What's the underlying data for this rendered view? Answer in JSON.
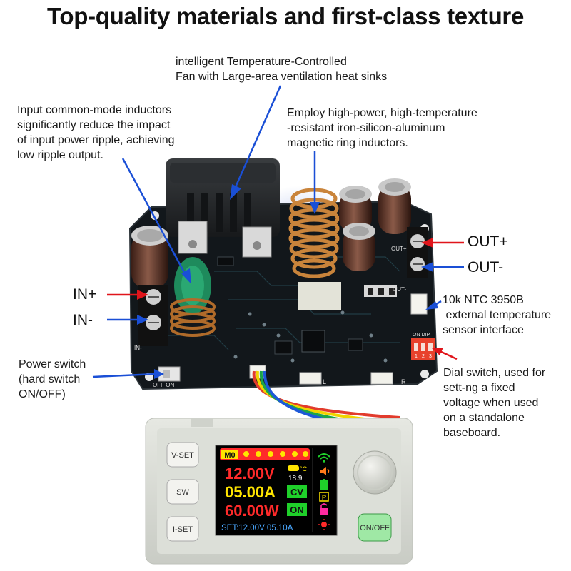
{
  "headline": "Top-quality materials and first-class texture",
  "annotations": {
    "fan": "intelligent Temperature-Controlled\nFan with Large-area ventilation heat sinks",
    "input_inductor": "Input common-mode inductors\nsignificantly reduce the impact\nof input power ripple, achieving\nlow ripple output.",
    "magnetic_ring": "Employ high-power, high-temperature\n-resistant iron-silicon-aluminum\nmagnetic ring inductors.",
    "ntc_sensor": "10k NTC 3950B\n external temperature\nsensor interface",
    "power_switch": "Power switch\n(hard switch\nON/OFF)",
    "dial_switch": "Dial switch, used for\nsett-ng a fixed\nvoltage when used\non a standalone\nbaseboard."
  },
  "terminals": {
    "out_plus": "OUT+",
    "out_minus": "OUT-",
    "in_plus": "IN+",
    "in_minus": "IN-"
  },
  "board_silkscreen": {
    "out_plus": "OUT+",
    "out_minus": "OUT-",
    "dip_label": "ON DIP",
    "dip_numbers": [
      "1",
      "2",
      "3"
    ],
    "off_on": "OFF ON",
    "left_port": "L",
    "right_port": "R",
    "in_minus": "IN-"
  },
  "controller": {
    "buttons": {
      "vset": "V-SET",
      "sw": "SW",
      "iset": "I-SET",
      "onoff": "ON/OFF"
    },
    "screen": {
      "mode": "M0",
      "voltage": "12.00V",
      "current": "05.00A",
      "power": "60.00W",
      "temperature": "18.9",
      "temp_unit": "°C",
      "cv_badge": "CV",
      "on_badge": "ON",
      "p_badge": "P",
      "set_line": "SET:12.00V 05.10A"
    }
  },
  "colors": {
    "arrow_red": "#e0151b",
    "arrow_blue": "#1a4fd6",
    "pcb": "#151a1e",
    "screen_red": "#ff2a2a",
    "screen_yellow": "#ffe500",
    "screen_green": "#1fd02a"
  }
}
